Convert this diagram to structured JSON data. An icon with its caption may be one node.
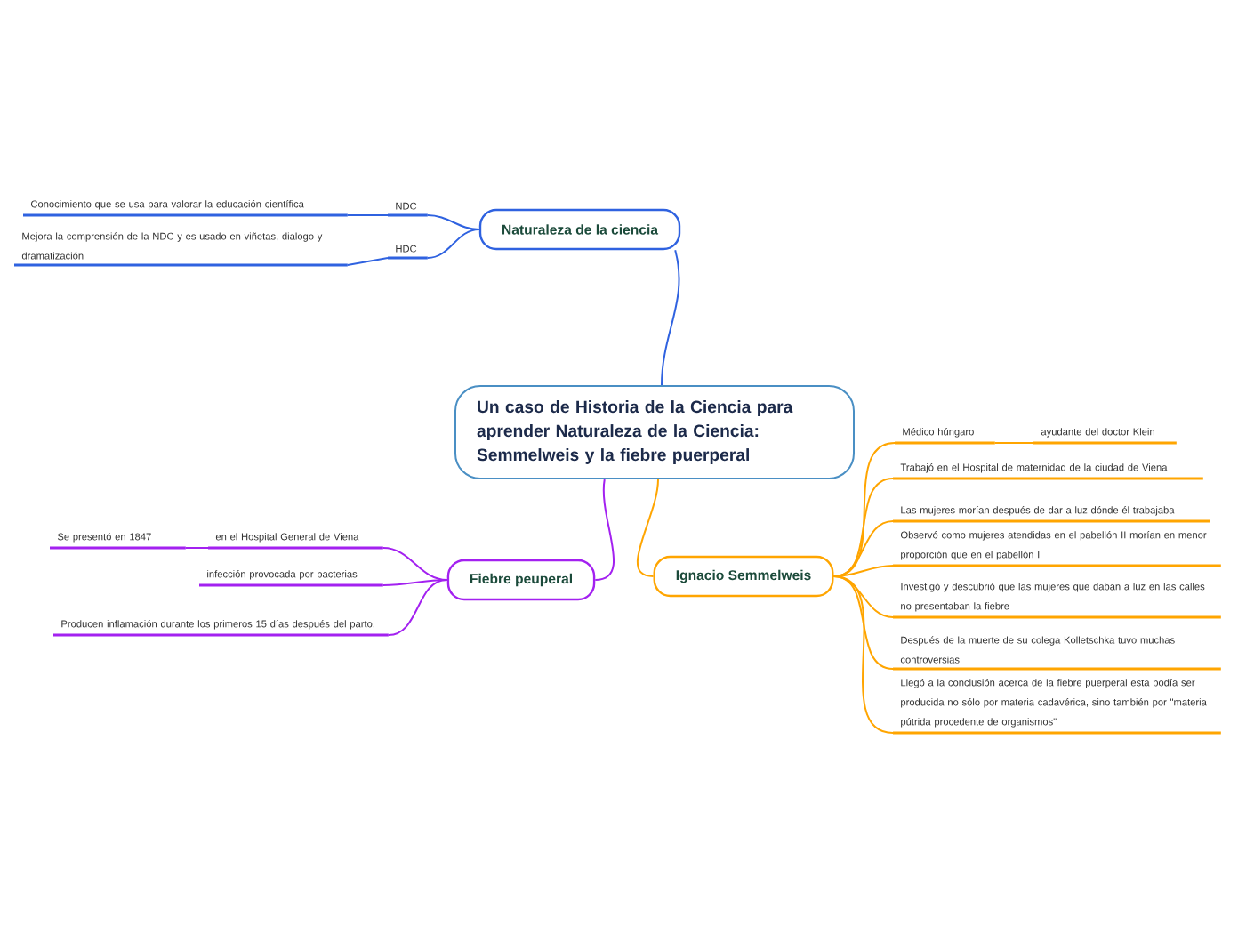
{
  "diagram": {
    "nodes": [
      {
        "text": [
          "Un caso de Historia de la Ciencia para aprender Naturaleza de la Ciencia: Semmelweis y la fiebre puerperal"
        ]
      },
      {
        "text": [
          "Naturaleza de la ciencia"
        ]
      },
      {
        "text": [
          "NDC"
        ]
      },
      {
        "text": [
          "Conocimiento que se usa para valorar la educación científica"
        ]
      },
      {
        "text": [
          "HDC"
        ]
      },
      {
        "text": [
          "Mejora la comprensión de la NDC y es usado en viñetas, dialogo y dramatización"
        ]
      },
      {
        "text": [
          "Ignacio Semmelweis"
        ]
      },
      {
        "text": [
          "Médico húngaro"
        ]
      },
      {
        "text": [
          "ayudante del doctor Klein"
        ]
      },
      {
        "text": [
          "Trabajó en el Hospital de maternidad de la ciudad de Viena"
        ]
      },
      {
        "text": [
          "Las mujeres morían después de dar a luz dónde él trabajaba"
        ]
      },
      {
        "text": [
          "Observó como mujeres atendidas en el pabellón II morían en menor proporción que en el pabellón I"
        ]
      },
      {
        "text": [
          "Investigó y descubrió que las mujeres que daban a luz en las calles no presentaban la fiebre"
        ]
      },
      {
        "text": [
          "Después de la muerte de su colega Kolletschka tuvo muchas controversias"
        ]
      },
      {
        "text": [
          "Llegó a la conclusión acerca de la fiebre puerperal esta podía ser producida no sólo por materia cadavérica, sino también por \"materia pútrida procedente de organismos\""
        ]
      },
      {
        "text": [
          "Fiebre peuperal"
        ]
      },
      {
        "text": [
          "en el Hospital General de Viena"
        ]
      },
      {
        "text": [
          "Se presentó en 1847"
        ]
      },
      {
        "text": [
          "infección provocada por bacterias"
        ]
      },
      {
        "text": [
          "Producen inflamación durante los primeros 15 días después del parto."
        ]
      }
    ],
    "edges": [
      {
        "from": 0,
        "to": 1,
        "arrow": "none",
        "color": "#2f62e0"
      },
      {
        "from": 1,
        "to": 2,
        "arrow": "none",
        "color": "#2f62e0"
      },
      {
        "from": 2,
        "to": 3,
        "arrow": "none",
        "color": "#2f62e0"
      },
      {
        "from": 1,
        "to": 4,
        "arrow": "none",
        "color": "#2f62e0"
      },
      {
        "from": 4,
        "to": 5,
        "arrow": "none",
        "color": "#2f62e0"
      },
      {
        "from": 0,
        "to": 6,
        "arrow": "none"
      },
      {
        "from": 6,
        "to": 7,
        "arrow": "none"
      },
      {
        "from": 7,
        "to": 8,
        "arrow": "none"
      },
      {
        "from": 6,
        "to": 9,
        "arrow": "none"
      },
      {
        "from": 6,
        "to": 10,
        "arrow": "none"
      },
      {
        "from": 6,
        "to": 11,
        "arrow": "none"
      },
      {
        "from": 6,
        "to": 12,
        "arrow": "none"
      },
      {
        "from": 6,
        "to": 13,
        "arrow": "none"
      },
      {
        "from": 6,
        "to": 14,
        "arrow": "none"
      },
      {
        "from": 0,
        "to": 15,
        "arrow": "none",
        "color": "#a321f0"
      },
      {
        "from": 15,
        "to": 16,
        "arrow": "none",
        "color": "#a321f0"
      },
      {
        "from": 16,
        "to": 17,
        "arrow": "none",
        "color": "#a321f0"
      },
      {
        "from": 15,
        "to": 18,
        "arrow": "none",
        "color": "#a321f0"
      },
      {
        "from": 15,
        "to": 19,
        "arrow": "none",
        "color": "#a321f0"
      }
    ]
  }
}
